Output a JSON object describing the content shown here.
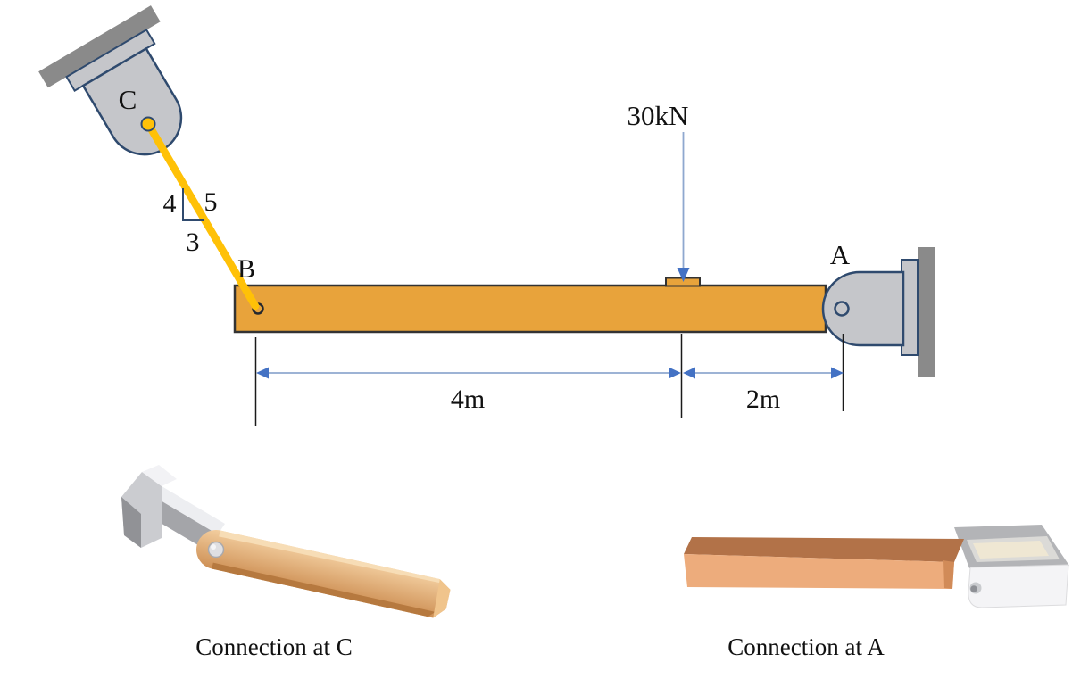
{
  "diagram": {
    "force_label": "30kN",
    "point_c": "C",
    "point_b": "B",
    "point_a": "A",
    "slope_rise": "4",
    "slope_hypotenuse": "5",
    "slope_run": "3",
    "dim_left": "4m",
    "dim_right": "2m"
  },
  "captions": {
    "connection_c": "Connection at C",
    "connection_a": "Connection at A"
  },
  "colors": {
    "beam": "#E8A33B",
    "cable": "#FFC107",
    "bracket_fill": "#C5C6CA",
    "bracket_outline": "#2F4A6E",
    "wall": "#8A8A8A",
    "dimension_blue": "#4472C4",
    "dimension_line": "#8FA8CF",
    "extension_line": "#1A1A1A",
    "text": "#111111"
  }
}
